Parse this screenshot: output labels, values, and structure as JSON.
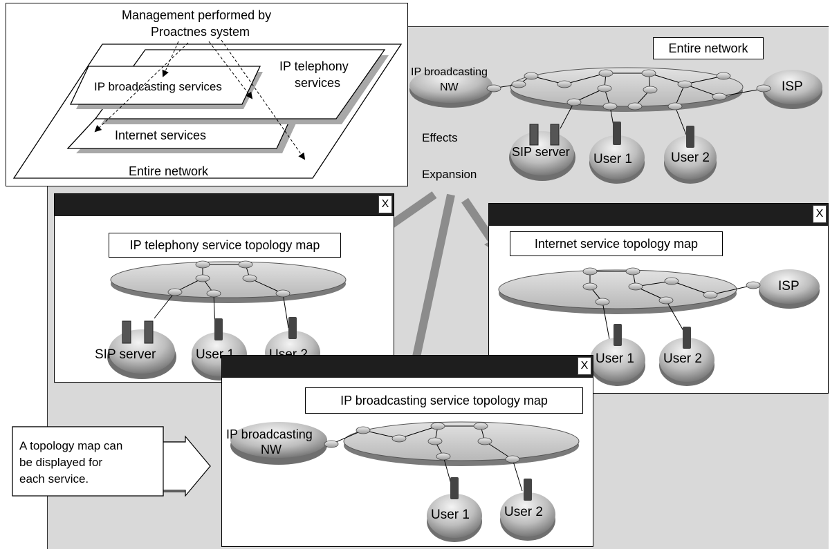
{
  "layers_panel": {
    "management_caption_line1": "Management performed by",
    "management_caption_line2": "Proactnes system",
    "layer_ip_telephony_line1": "IP telephony",
    "layer_ip_telephony_line2": "services",
    "layer_ip_broadcasting": "IP broadcasting services",
    "layer_internet": "Internet services",
    "layer_entire_network": "Entire network"
  },
  "entire_network": {
    "title": "Entire network",
    "ip_broadcasting_nw_line1": "IP broadcasting",
    "ip_broadcasting_nw_line2": "NW",
    "isp": "ISP",
    "sip_server": "SIP server",
    "user1": "User 1",
    "user2": "User 2",
    "effects": "Effects",
    "expansion": "Expansion"
  },
  "windows": {
    "close_label": "X",
    "ip_telephony_map": {
      "title": "IP telephony service topology map",
      "sip_server": "SIP server",
      "user1": "User 1",
      "user2": "User 2"
    },
    "internet_map": {
      "title": "Internet service topology map",
      "isp": "ISP",
      "user1": "User 1",
      "user2": "User 2"
    },
    "ip_broadcasting_map": {
      "title": "IP broadcasting service topology map",
      "ip_broadcasting_nw_line1": "IP broadcasting",
      "ip_broadcasting_nw_line2": "NW",
      "user1": "User 1",
      "user2": "User 2"
    }
  },
  "callout": {
    "line1": "A topology map can",
    "line2": "be displayed for",
    "line3": "each service."
  },
  "colors": {
    "panel_background": "#d9d9d9",
    "titlebar": "#1e1e1e",
    "arrow": "#8c8c8c",
    "disc": "#c8c8c8"
  }
}
